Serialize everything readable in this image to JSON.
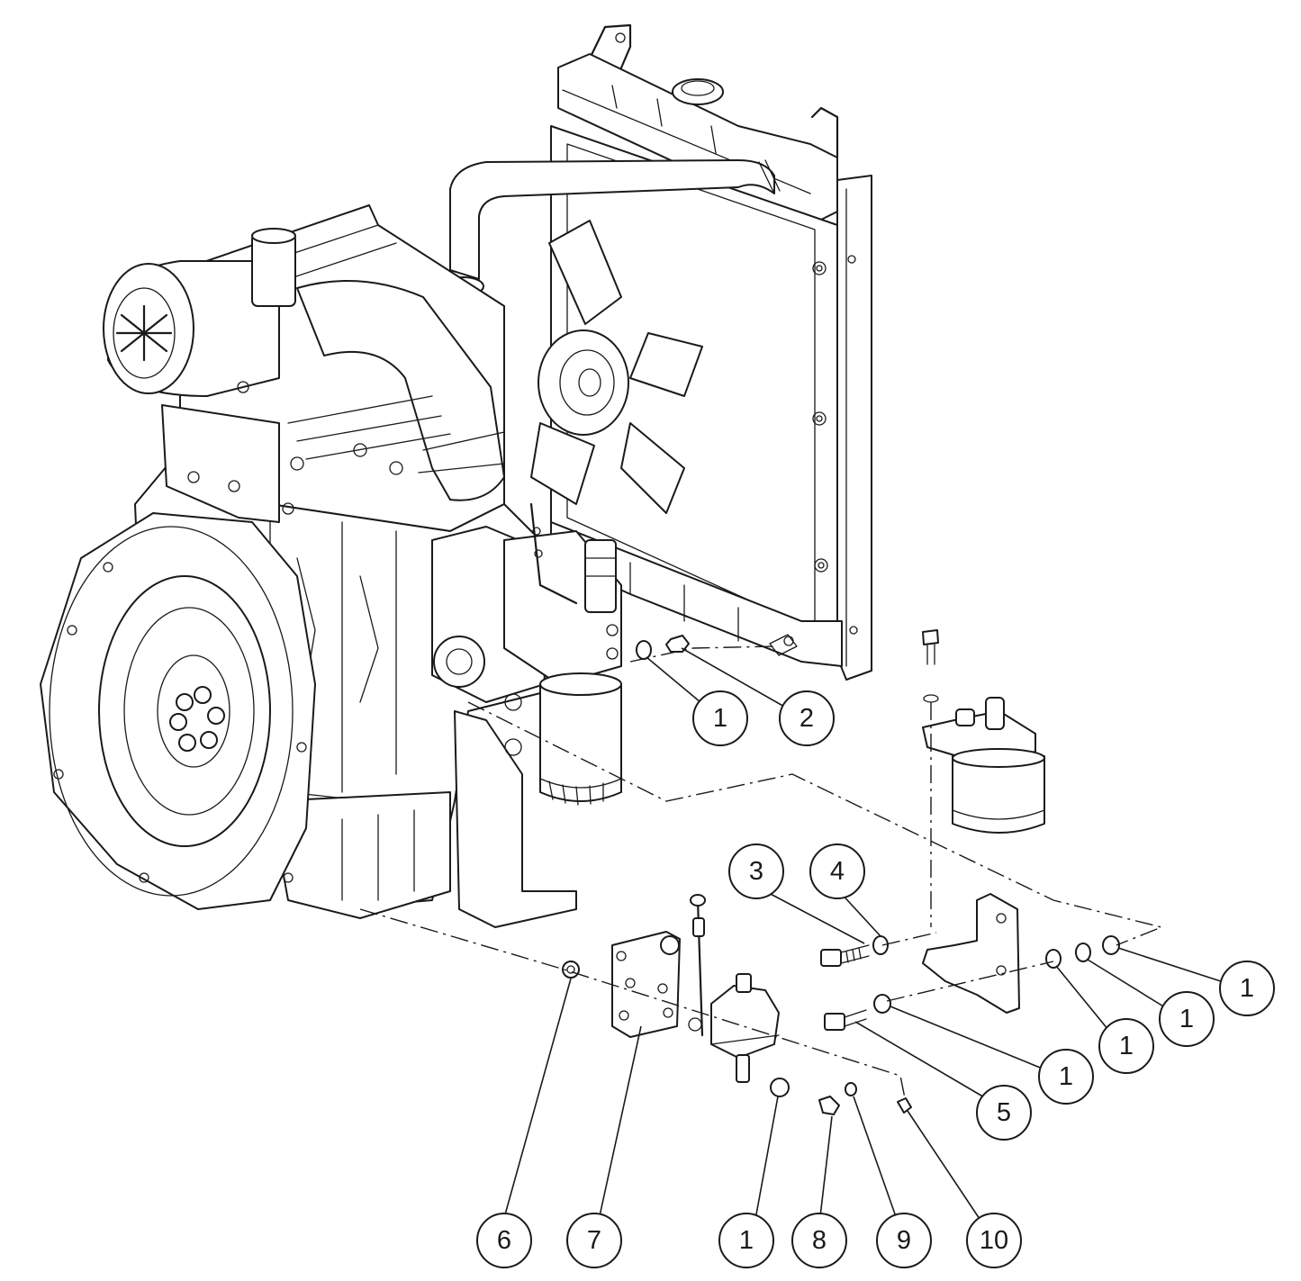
{
  "callouts": [
    {
      "id": "c1",
      "label": "1"
    },
    {
      "id": "c2",
      "label": "2"
    },
    {
      "id": "c3",
      "label": "3"
    },
    {
      "id": "c4",
      "label": "4"
    },
    {
      "id": "c5",
      "label": "1"
    },
    {
      "id": "c6",
      "label": "1"
    },
    {
      "id": "c7",
      "label": "1"
    },
    {
      "id": "c8",
      "label": "1"
    },
    {
      "id": "c9",
      "label": "5"
    },
    {
      "id": "c10",
      "label": "6"
    },
    {
      "id": "c11",
      "label": "7"
    },
    {
      "id": "c12",
      "label": "1"
    },
    {
      "id": "c13",
      "label": "8"
    },
    {
      "id": "c14",
      "label": "9"
    },
    {
      "id": "c15",
      "label": "10"
    }
  ]
}
